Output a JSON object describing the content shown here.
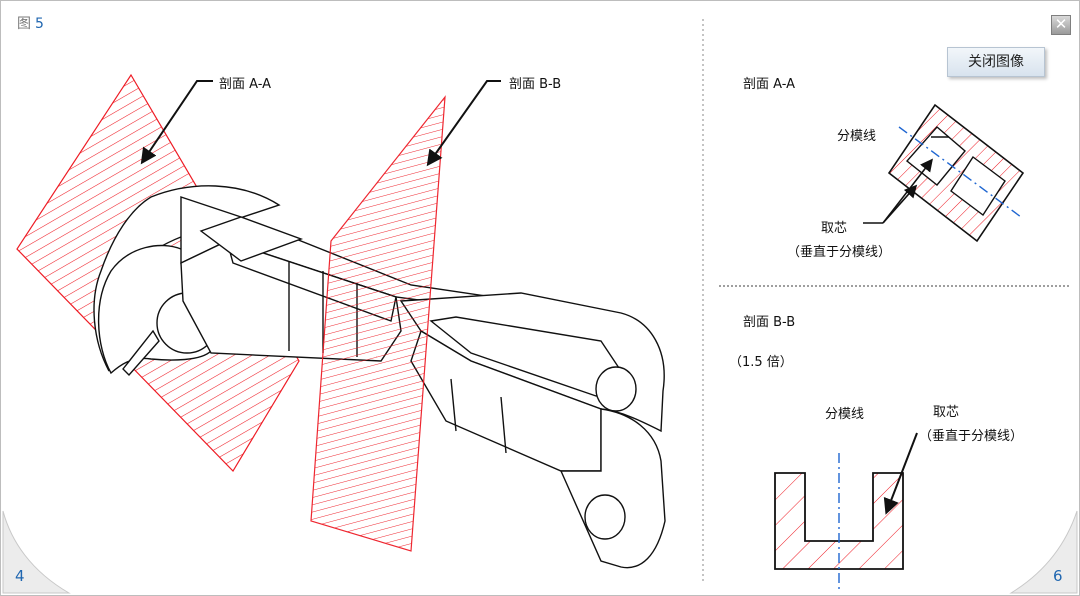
{
  "figure": {
    "prefix": "图",
    "number": "5"
  },
  "close_button_label": "关闭图像",
  "left_callouts": {
    "section_aa": "剖面 A-A",
    "section_bb": "剖面 B-B"
  },
  "aa_panel": {
    "title": "剖面 A-A",
    "parting_line": "分模线",
    "core_label": "取芯",
    "core_note": "（垂直于分模线）"
  },
  "bb_panel": {
    "title": "剖面 B-B",
    "scale": "（1.5 倍）",
    "parting_line": "分模线",
    "core_label": "取芯",
    "core_note": "（垂直于分模线）"
  },
  "pages": {
    "prev": "4",
    "next": "6"
  },
  "colors": {
    "hatch": "#ee1c25",
    "parting_line": "#1f66d1",
    "page_number": "#1f66b0"
  }
}
